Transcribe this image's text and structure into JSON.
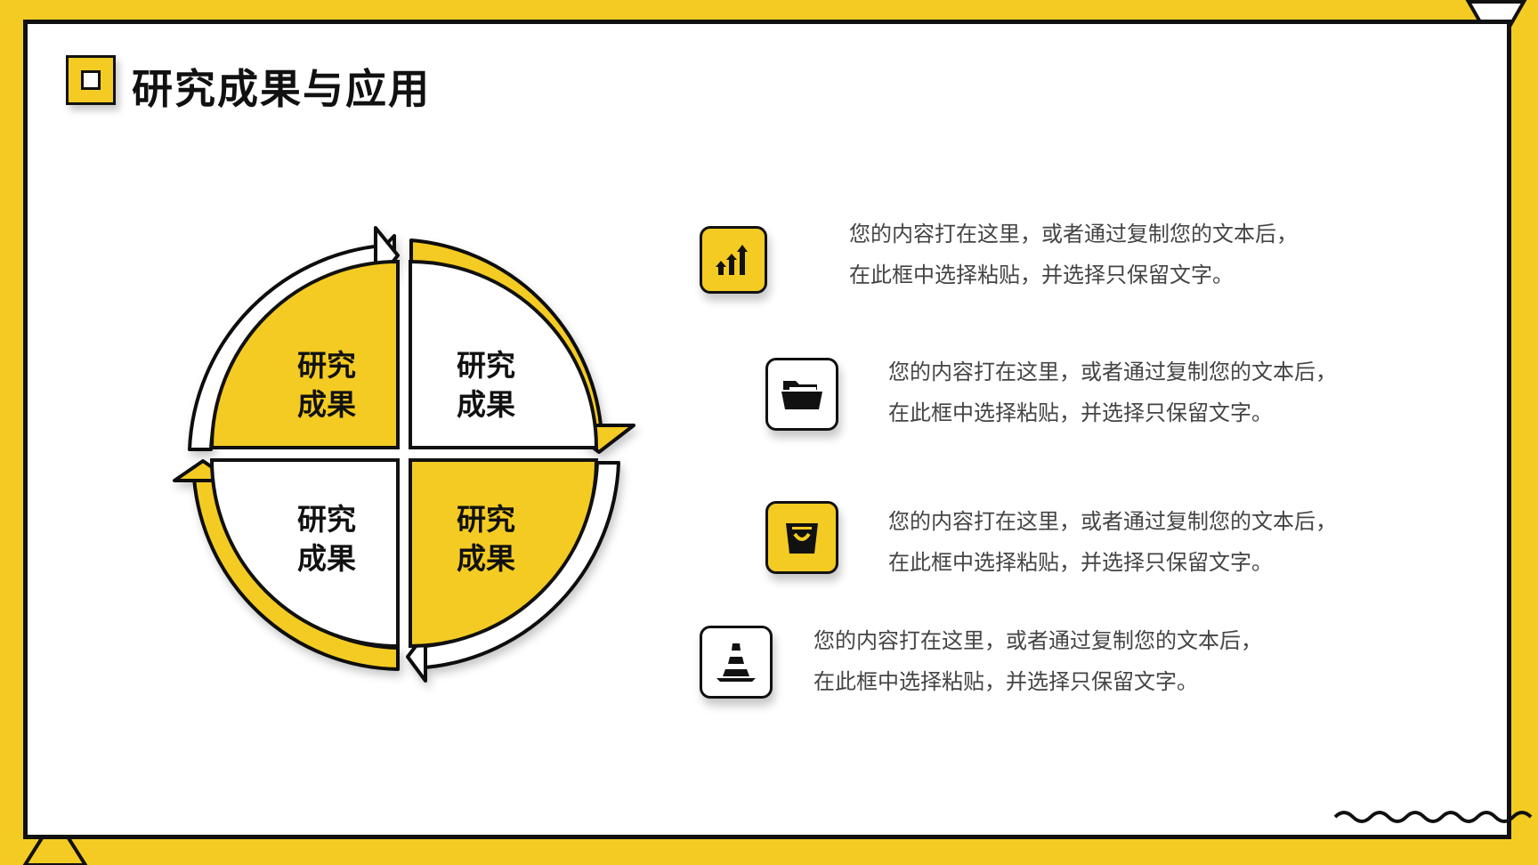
{
  "page": {
    "title": "研究成果与应用"
  },
  "colors": {
    "accent": "#F4CB22",
    "ink": "#111111",
    "text": "#444444",
    "background": "#FFFFFF"
  },
  "cycle": {
    "segments": [
      {
        "line1": "研究",
        "line2": "成果",
        "fill": "yellow"
      },
      {
        "line1": "研究",
        "line2": "成果",
        "fill": "white"
      },
      {
        "line1": "研究",
        "line2": "成果",
        "fill": "white"
      },
      {
        "line1": "研究",
        "line2": "成果",
        "fill": "yellow"
      }
    ]
  },
  "items": [
    {
      "icon": "bar-chart-arrows-icon",
      "line1": "您的内容打在这里，或者通过复制您的文本后，",
      "line2": "在此框中选择粘贴，并选择只保留文字。"
    },
    {
      "icon": "folder-icon",
      "line1": "您的内容打在这里，或者通过复制您的文本后，",
      "line2": "在此框中选择粘贴，并选择只保留文字。"
    },
    {
      "icon": "shopping-bag-icon",
      "line1": "您的内容打在这里，或者通过复制您的文本后，",
      "line2": "在此框中选择粘贴，并选择只保留文字。"
    },
    {
      "icon": "traffic-cone-icon",
      "line1": "您的内容打在这里，或者通过复制您的文本后，",
      "line2": "在此框中选择粘贴，并选择只保留文字。"
    }
  ]
}
